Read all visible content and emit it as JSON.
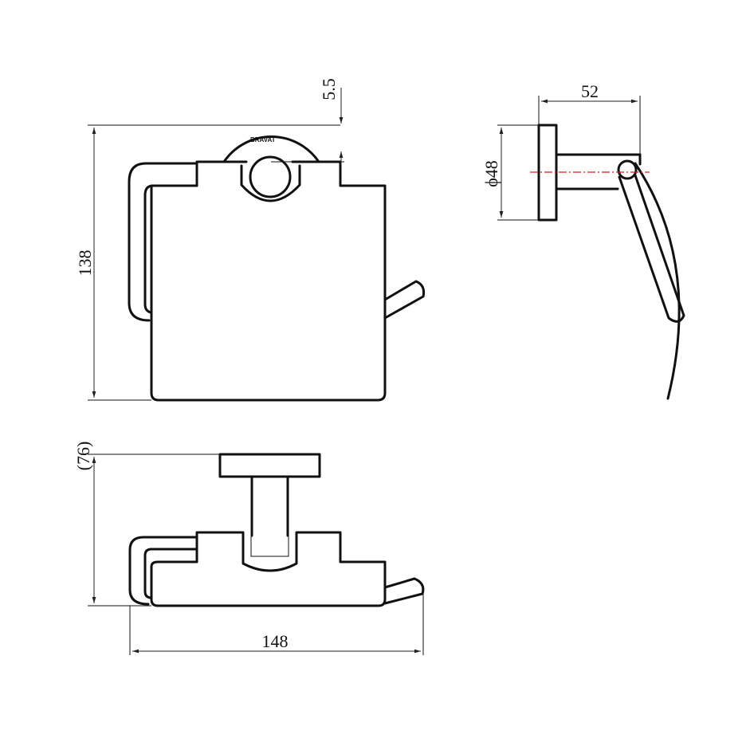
{
  "brand": {
    "logo_text": "BRAVAT"
  },
  "dimensions": {
    "cover_gap": "5.5",
    "total_height": "138",
    "side_depth": "52",
    "flange_diameter": "ϕ48",
    "projection": "(76)",
    "total_width": "148"
  },
  "colors": {
    "line": "#111111",
    "centerline": "#d21f1f",
    "background": "#ffffff"
  }
}
